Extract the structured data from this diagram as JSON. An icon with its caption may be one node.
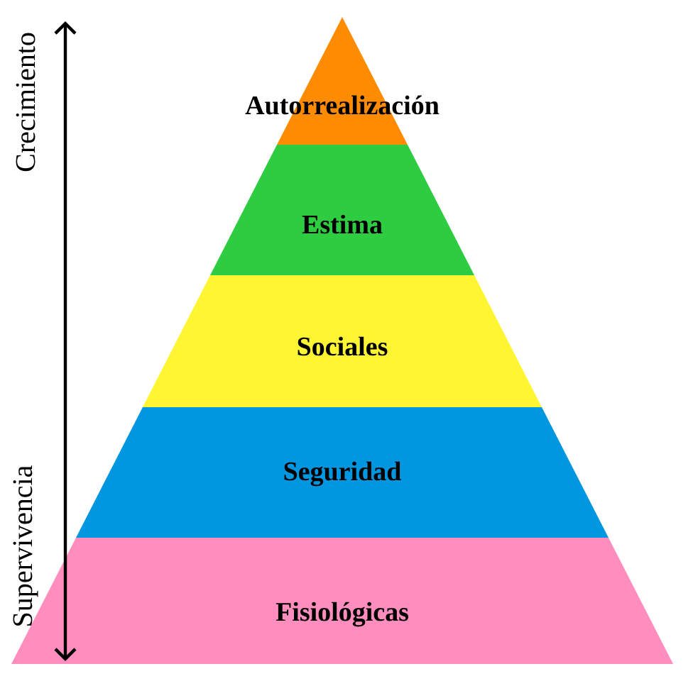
{
  "diagram": {
    "nodes": [
      {
        "text": [
          "Autorrealización"
        ]
      },
      {
        "text": [
          "Estima"
        ]
      },
      {
        "text": [
          "Sociales"
        ]
      },
      {
        "text": [
          "Seguridad"
        ]
      },
      {
        "text": [
          "Fisiológicas"
        ]
      }
    ],
    "labels": [
      "Crecimiento",
      "Supervivencia"
    ]
  }
}
